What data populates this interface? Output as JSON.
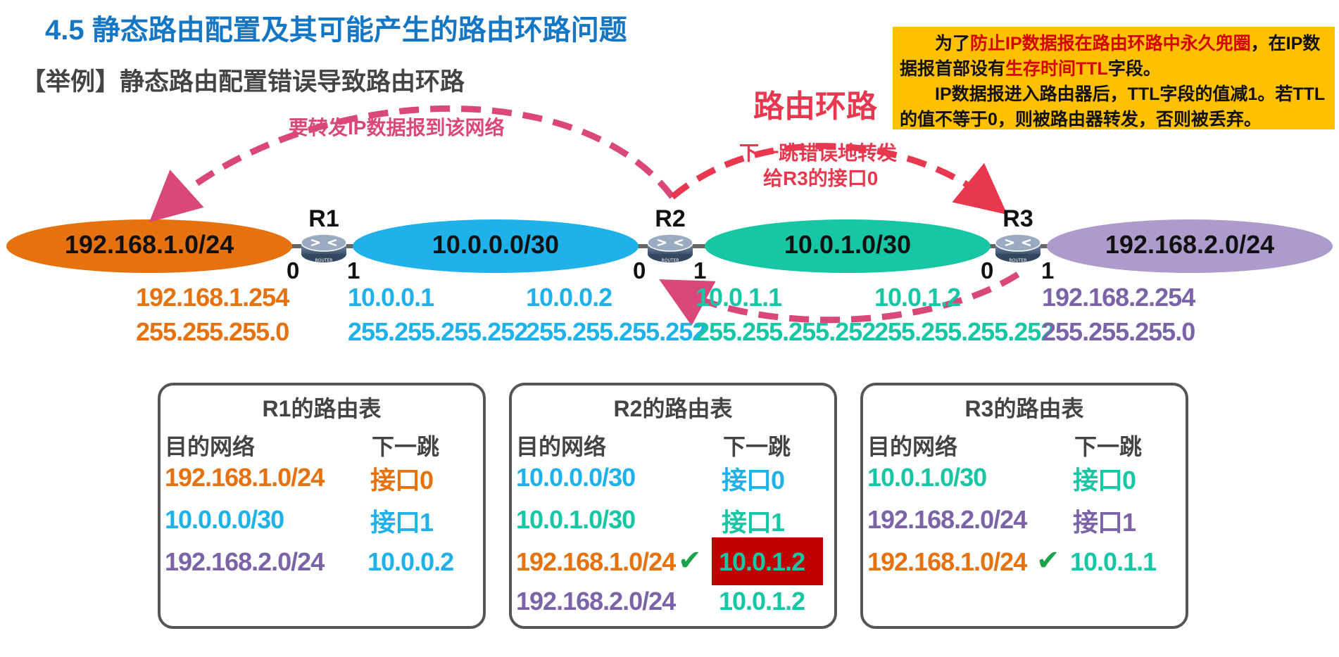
{
  "slide": {
    "title": "4.5  静态路由配置及其可能产生的路由环路问题",
    "subtitle": "【举例】静态路由配置错误导致路由环路"
  },
  "note": {
    "p1_a": "为了",
    "p1_hl1": "防止IP数据报在路由环路中永久兜圈",
    "p1_b": "，在IP数据报首部设有",
    "p1_hl2": "生存时间TTL",
    "p1_c": "字段。",
    "p2": "IP数据报进入路由器后，TTL字段的值减1。若TTL的值不等于0，则被路由器转发，否则被丢弃。"
  },
  "annotations": {
    "loop_title": "路由环路",
    "wrong_forward_line1": "下一跳错误地转发",
    "wrong_forward_line2": "给R3的接口0",
    "forward_to": "要转发IP数据报到该网络"
  },
  "networks": [
    {
      "label": "192.168.1.0/24",
      "color": "#e5720f"
    },
    {
      "label": "10.0.0.0/30",
      "color": "#1fb2ea"
    },
    {
      "label": "10.0.1.0/30",
      "color": "#16c6a4"
    },
    {
      "label": "192.168.2.0/24",
      "color": "#ad9ccb"
    }
  ],
  "routers": [
    {
      "name": "R1",
      "left_port": "0",
      "right_port": "1",
      "icon_text": "ROUTER"
    },
    {
      "name": "R2",
      "left_port": "0",
      "right_port": "1",
      "icon_text": "ROUTER"
    },
    {
      "name": "R3",
      "left_port": "0",
      "right_port": "1",
      "icon_text": "ROUTER"
    }
  ],
  "addresses": [
    {
      "ip": "192.168.1.254",
      "mask": "255.255.255.0",
      "color": "#e5720f"
    },
    {
      "ip": "10.0.0.1",
      "mask": "255.255.255.252",
      "color": "#1fb2ea"
    },
    {
      "ip": "10.0.0.2",
      "mask": "255.255.255.252",
      "color": "#1fb2ea"
    },
    {
      "ip": "10.0.1.1",
      "mask": "255.255.255.252",
      "color": "#16c6a4"
    },
    {
      "ip": "10.0.1.2",
      "mask": "255.255.255.252",
      "color": "#16c6a4"
    },
    {
      "ip": "192.168.2.254",
      "mask": "255.255.255.0",
      "color": "#7b63a8"
    }
  ],
  "tables": [
    {
      "title": "R1的路由表",
      "dest_header": "目的网络",
      "next_header": "下一跳",
      "rows": [
        {
          "dest": "192.168.1.0/24",
          "next": "接口0",
          "color": "#e5720f",
          "next_color": "#e5720f"
        },
        {
          "dest": "10.0.0.0/30",
          "next": "接口1",
          "color": "#1fb2ea",
          "next_color": "#1fb2ea"
        },
        {
          "dest": "192.168.2.0/24",
          "next": "10.0.0.2",
          "color": "#7b63a8",
          "next_color": "#1fb2ea"
        }
      ]
    },
    {
      "title": "R2的路由表",
      "dest_header": "目的网络",
      "next_header": "下一跳",
      "rows": [
        {
          "dest": "10.0.0.0/30",
          "next": "接口0",
          "color": "#1fb2ea",
          "next_color": "#1fb2ea"
        },
        {
          "dest": "10.0.1.0/30",
          "next": "接口1",
          "color": "#16c6a4",
          "next_color": "#16c6a4"
        },
        {
          "dest": "192.168.1.0/24",
          "next": "10.0.1.2",
          "color": "#e5720f",
          "next_color": "#16c6a4",
          "check": "✔",
          "wrong": true
        },
        {
          "dest": "192.168.2.0/24",
          "next": "10.0.1.2",
          "color": "#7b63a8",
          "next_color": "#16c6a4"
        }
      ]
    },
    {
      "title": "R3的路由表",
      "dest_header": "目的网络",
      "next_header": "下一跳",
      "rows": [
        {
          "dest": "10.0.1.0/30",
          "next": "接口0",
          "color": "#16c6a4",
          "next_color": "#16c6a4"
        },
        {
          "dest": "192.168.2.0/24",
          "next": "接口1",
          "color": "#7b63a8",
          "next_color": "#7b63a8"
        },
        {
          "dest": "192.168.1.0/24",
          "next": "10.0.1.1",
          "color": "#e5720f",
          "next_color": "#16c6a4",
          "check": "✔"
        }
      ]
    }
  ]
}
